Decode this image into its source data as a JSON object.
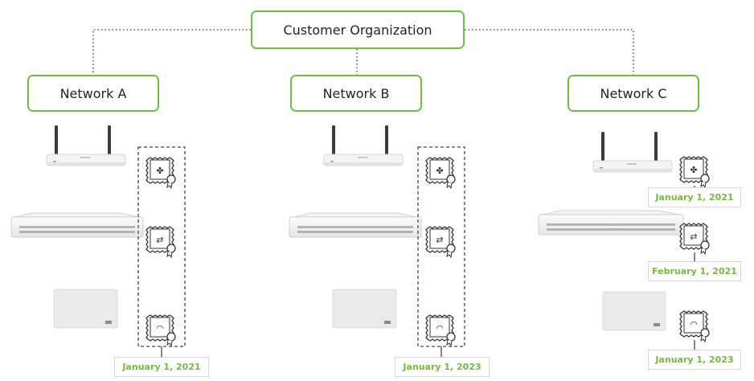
{
  "org": {
    "label": "Customer Organization"
  },
  "networks": [
    {
      "label": "Network A"
    },
    {
      "label": "Network B"
    },
    {
      "label": "Network C"
    }
  ],
  "dates": {
    "network_a": "January 1, 2021",
    "network_b": "January 1, 2023",
    "network_c_wireless_gateway": "January 1, 2021",
    "network_c_switch": "February 1, 2021",
    "network_c_access_point": "January 1, 2023"
  },
  "colors": {
    "accent_green": "#6cc04a",
    "date_green": "#74b843",
    "line_gray": "#555555"
  },
  "icons": [
    "wireless-gateway-icon",
    "switch-icon",
    "access-point-icon",
    "license-certificate-icon"
  ]
}
